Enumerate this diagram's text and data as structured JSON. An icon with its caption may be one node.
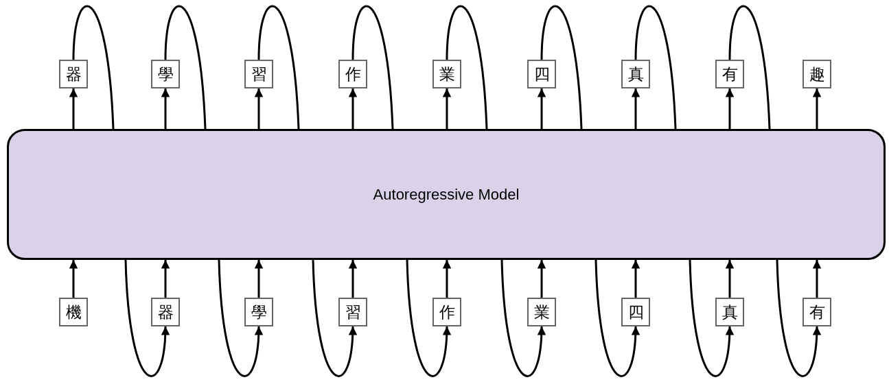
{
  "diagram": {
    "nodes": [
      {
        "text": [
          "器"
        ]
      },
      {
        "text": [
          "學"
        ]
      },
      {
        "text": [
          "習"
        ]
      },
      {
        "text": [
          "作"
        ]
      },
      {
        "text": [
          "業"
        ]
      },
      {
        "text": [
          "四"
        ]
      },
      {
        "text": [
          "真"
        ]
      },
      {
        "text": [
          "有"
        ]
      },
      {
        "text": [
          "趣"
        ]
      },
      {
        "text": [
          "Autoregressive Model"
        ]
      },
      {
        "text": [
          "機"
        ]
      },
      {
        "text": [
          "器"
        ]
      },
      {
        "text": [
          "學"
        ]
      },
      {
        "text": [
          "習"
        ]
      },
      {
        "text": [
          "作"
        ]
      },
      {
        "text": [
          "業"
        ]
      },
      {
        "text": [
          "四"
        ]
      },
      {
        "text": [
          "真"
        ]
      },
      {
        "text": [
          "有"
        ]
      }
    ],
    "edges": [
      {
        "from": 10,
        "to": 9,
        "arrow": "to"
      },
      {
        "from": 11,
        "to": 9,
        "arrow": "to"
      },
      {
        "from": 12,
        "to": 9,
        "arrow": "to"
      },
      {
        "from": 13,
        "to": 9,
        "arrow": "to"
      },
      {
        "from": 14,
        "to": 9,
        "arrow": "to"
      },
      {
        "from": 15,
        "to": 9,
        "arrow": "to"
      },
      {
        "from": 16,
        "to": 9,
        "arrow": "to"
      },
      {
        "from": 17,
        "to": 9,
        "arrow": "to"
      },
      {
        "from": 18,
        "to": 9,
        "arrow": "to"
      },
      {
        "from": 9,
        "to": 0,
        "arrow": "to"
      },
      {
        "from": 9,
        "to": 1,
        "arrow": "to"
      },
      {
        "from": 9,
        "to": 2,
        "arrow": "to"
      },
      {
        "from": 9,
        "to": 3,
        "arrow": "to"
      },
      {
        "from": 9,
        "to": 4,
        "arrow": "to"
      },
      {
        "from": 9,
        "to": 5,
        "arrow": "to"
      },
      {
        "from": 9,
        "to": 6,
        "arrow": "to"
      },
      {
        "from": 9,
        "to": 7,
        "arrow": "to"
      },
      {
        "from": 9,
        "to": 8,
        "arrow": "to"
      },
      {
        "from": 0,
        "to": 9,
        "arrow": "none"
      },
      {
        "from": 1,
        "to": 9,
        "arrow": "none"
      },
      {
        "from": 2,
        "to": 9,
        "arrow": "none"
      },
      {
        "from": 3,
        "to": 9,
        "arrow": "none"
      },
      {
        "from": 4,
        "to": 9,
        "arrow": "none"
      },
      {
        "from": 5,
        "to": 9,
        "arrow": "none"
      },
      {
        "from": 6,
        "to": 9,
        "arrow": "none"
      },
      {
        "from": 7,
        "to": 9,
        "arrow": "none"
      },
      {
        "from": 9,
        "to": 11,
        "arrow": "to"
      },
      {
        "from": 9,
        "to": 12,
        "arrow": "to"
      },
      {
        "from": 9,
        "to": 13,
        "arrow": "to"
      },
      {
        "from": 9,
        "to": 14,
        "arrow": "to"
      },
      {
        "from": 9,
        "to": 15,
        "arrow": "to"
      },
      {
        "from": 9,
        "to": 16,
        "arrow": "to"
      },
      {
        "from": 9,
        "to": 17,
        "arrow": "to"
      },
      {
        "from": 9,
        "to": 18,
        "arrow": "to"
      }
    ]
  }
}
